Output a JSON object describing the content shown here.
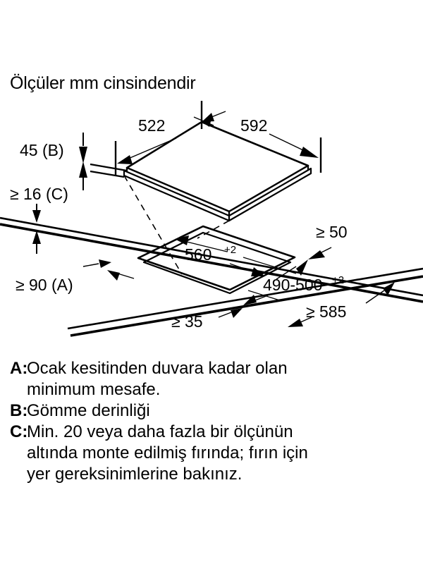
{
  "document": {
    "title": "Ölçüler mm cinsindendir",
    "type": "appliance-installation-dimension-diagram"
  },
  "dimensions": {
    "cooktop_depth": "522",
    "cooktop_width": "592",
    "recess_depth": "45 (B)",
    "worktop_thickness": "≥ 16 (C)",
    "wall_distance": "≥ 90 (A)",
    "cutout_width_base": "560",
    "cutout_width_tol": "+2",
    "cutout_depth_base": "490-500",
    "cutout_depth_tol": "+2",
    "rear_clearance": "≥ 50",
    "front_clearance": "≥ 35",
    "worktop_depth": "≥ 585"
  },
  "legend": [
    {
      "key": "A",
      "separator": ":",
      "lines": [
        "Ocak kesitinden duvara kadar olan",
        "minimum mesafe."
      ]
    },
    {
      "key": "B",
      "separator": ":",
      "lines": [
        "Gömme derinliği"
      ]
    },
    {
      "key": "C",
      "separator": ":",
      "lines": [
        "Min. 20 veya daha fazla bir ölçünün",
        "altında monte edilmiş fırında; fırın için",
        "yer gereksinimlerine bakınız."
      ]
    }
  ],
  "colors": {
    "line": "#000000",
    "background": "#ffffff",
    "text": "#000000"
  }
}
